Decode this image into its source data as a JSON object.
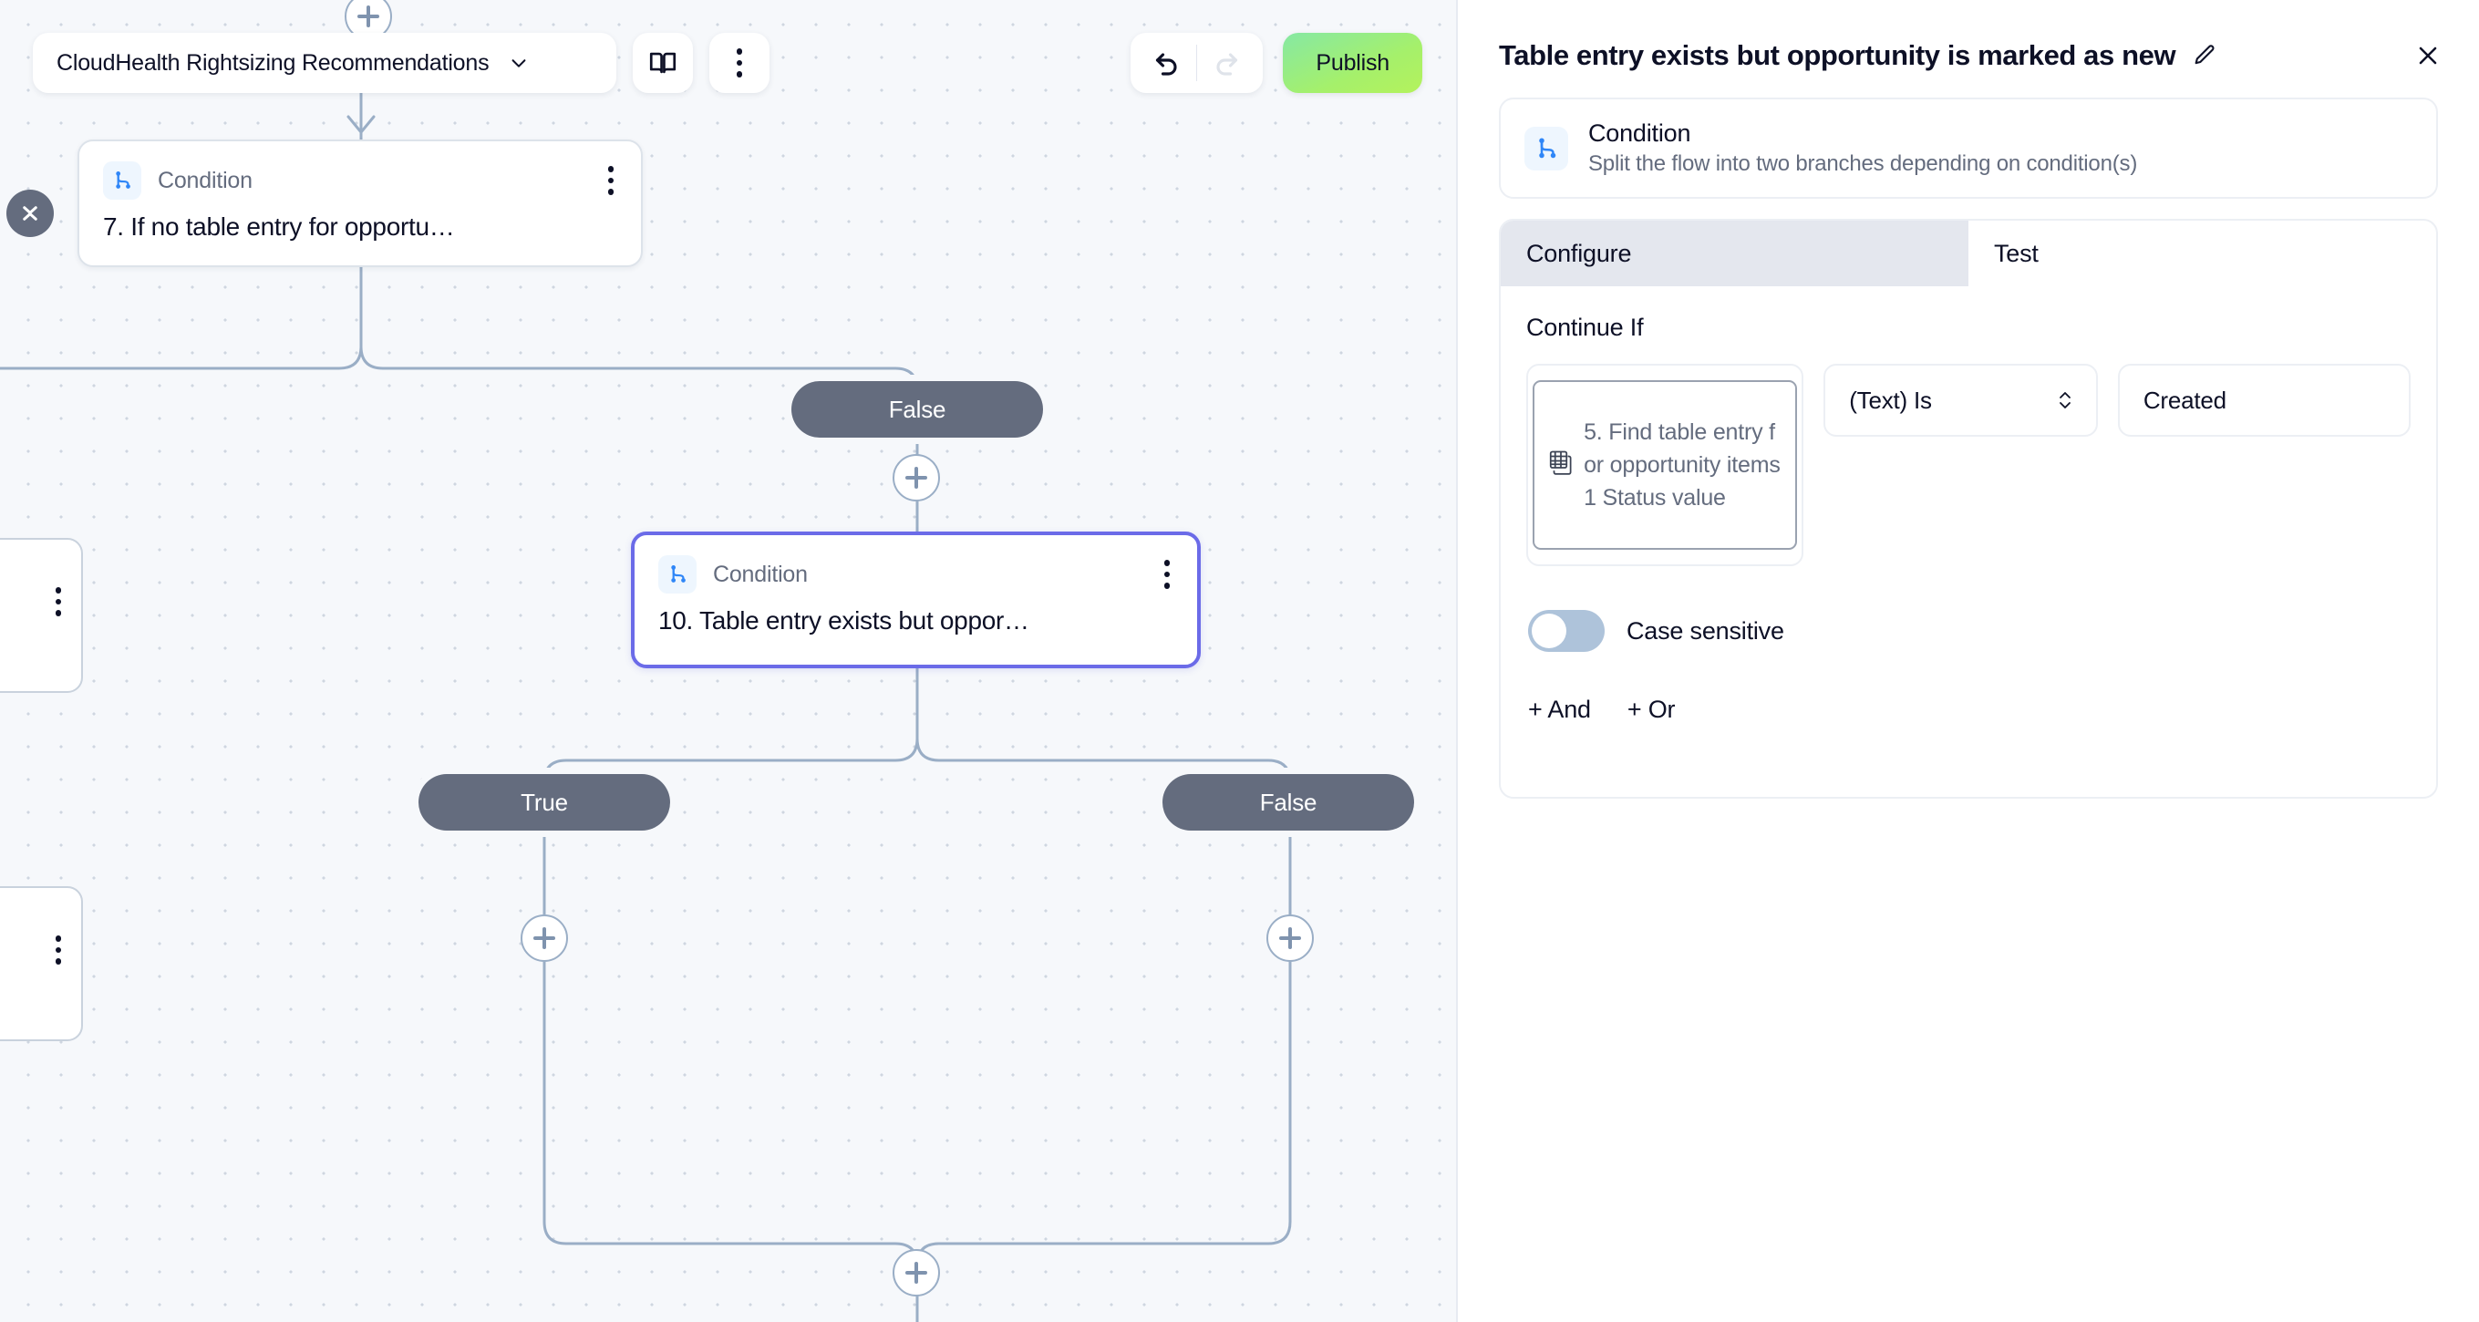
{
  "toolbar": {
    "flow_name": "CloudHealth Rightsizing Recommendations",
    "chevron_icon": "chevron-down-icon",
    "docs_icon": "book-icon",
    "more_icon": "more-vertical-icon",
    "undo_icon": "undo-icon",
    "redo_icon": "redo-icon",
    "publish_label": "Publish",
    "publish_color": "#a9f165"
  },
  "canvas": {
    "collapse_icon": "collapse-chevrons-icon",
    "add_icon": "plus-icon",
    "selected_border_color": "#6b6be8",
    "branch_pill_color": "#646c7e",
    "nodes": [
      {
        "type": "Condition",
        "title": "7. If no table entry for opportu…",
        "icon": "condition-branch-icon",
        "menu_icon": "more-vertical-icon",
        "selected": false
      },
      {
        "type": "Condition",
        "title": "10. Table entry exists but oppor…",
        "icon": "condition-branch-icon",
        "menu_icon": "more-vertical-icon",
        "selected": true
      }
    ],
    "branches": [
      {
        "label": "False"
      },
      {
        "label": "True"
      },
      {
        "label": "False"
      }
    ]
  },
  "panel": {
    "title": "Table entry exists but opportunity is marked as new",
    "edit_icon": "pencil-icon",
    "close_icon": "close-icon",
    "info": {
      "icon": "condition-branch-icon",
      "name": "Condition",
      "description": "Split the flow into two branches depending on condition(s)"
    },
    "tabs": [
      {
        "label": "Configure",
        "active": true
      },
      {
        "label": "Test",
        "active": false
      }
    ],
    "section_label": "Continue If",
    "condition": {
      "token_icon": "table-rows-icon",
      "token_text": "5. Find table entry for opportunity items 1 Status value",
      "operator": "(Text) Is",
      "operator_icon": "chevron-up-down-icon",
      "value": "Created"
    },
    "case_sensitive": {
      "label": "Case sensitive",
      "enabled": false
    },
    "add_and_label": "+ And",
    "add_or_label": "+ Or"
  }
}
